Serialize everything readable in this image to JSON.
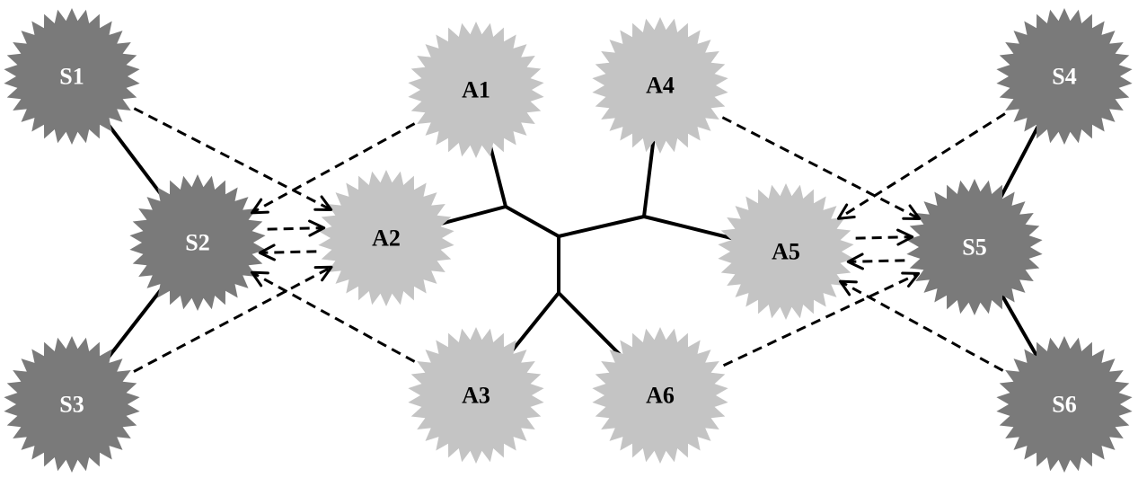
{
  "diagram": {
    "colors": {
      "dark_node": "#7a7a7a",
      "light_node": "#c4c4c4",
      "line": "#000000",
      "dark_label": "#ffffff",
      "light_label": "#000000",
      "background": "#ffffff"
    },
    "nodes": [
      {
        "id": "S1",
        "label": "S1",
        "kind": "dark"
      },
      {
        "id": "S2",
        "label": "S2",
        "kind": "dark"
      },
      {
        "id": "S3",
        "label": "S3",
        "kind": "dark"
      },
      {
        "id": "A1",
        "label": "A1",
        "kind": "light"
      },
      {
        "id": "A2",
        "label": "A2",
        "kind": "light"
      },
      {
        "id": "A3",
        "label": "A3",
        "kind": "light"
      },
      {
        "id": "A4",
        "label": "A4",
        "kind": "light"
      },
      {
        "id": "A5",
        "label": "A5",
        "kind": "light"
      },
      {
        "id": "A6",
        "label": "A6",
        "kind": "light"
      },
      {
        "id": "S4",
        "label": "S4",
        "kind": "dark"
      },
      {
        "id": "S5",
        "label": "S5",
        "kind": "dark"
      },
      {
        "id": "S6",
        "label": "S6",
        "kind": "dark"
      }
    ],
    "solid_links": [
      {
        "from": "S1",
        "to": "S2"
      },
      {
        "from": "S3",
        "to": "S2"
      },
      {
        "from": "S4",
        "to": "S5"
      },
      {
        "from": "S6",
        "to": "S5"
      }
    ],
    "tree_edges": [
      {
        "from": "A1",
        "to": "A1-A2-junction"
      },
      {
        "from": "A2",
        "to": "A1-A2-junction"
      },
      {
        "from": "A1-A2-junction",
        "to": "center-junction"
      },
      {
        "from": "center-junction",
        "to": "A4-A5-junction"
      },
      {
        "from": "A4",
        "to": "A4-A5-junction"
      },
      {
        "from": "A5",
        "to": "A4-A5-junction"
      },
      {
        "from": "center-junction",
        "to": "A3-A6-junction"
      },
      {
        "from": "A3",
        "to": "A3-A6-junction"
      },
      {
        "from": "A6",
        "to": "A3-A6-junction"
      }
    ],
    "dashed_arrows": [
      {
        "from": "S1",
        "to": "A2"
      },
      {
        "from": "A1",
        "to": "S2"
      },
      {
        "from": "S2",
        "to": "A2"
      },
      {
        "from": "A2",
        "to": "S2"
      },
      {
        "from": "S3",
        "to": "A2"
      },
      {
        "from": "A3",
        "to": "S2"
      },
      {
        "from": "A4",
        "to": "S5"
      },
      {
        "from": "S4",
        "to": "A5"
      },
      {
        "from": "A5",
        "to": "S5"
      },
      {
        "from": "S5",
        "to": "A5"
      },
      {
        "from": "A6",
        "to": "S5"
      },
      {
        "from": "S6",
        "to": "A5"
      }
    ]
  }
}
